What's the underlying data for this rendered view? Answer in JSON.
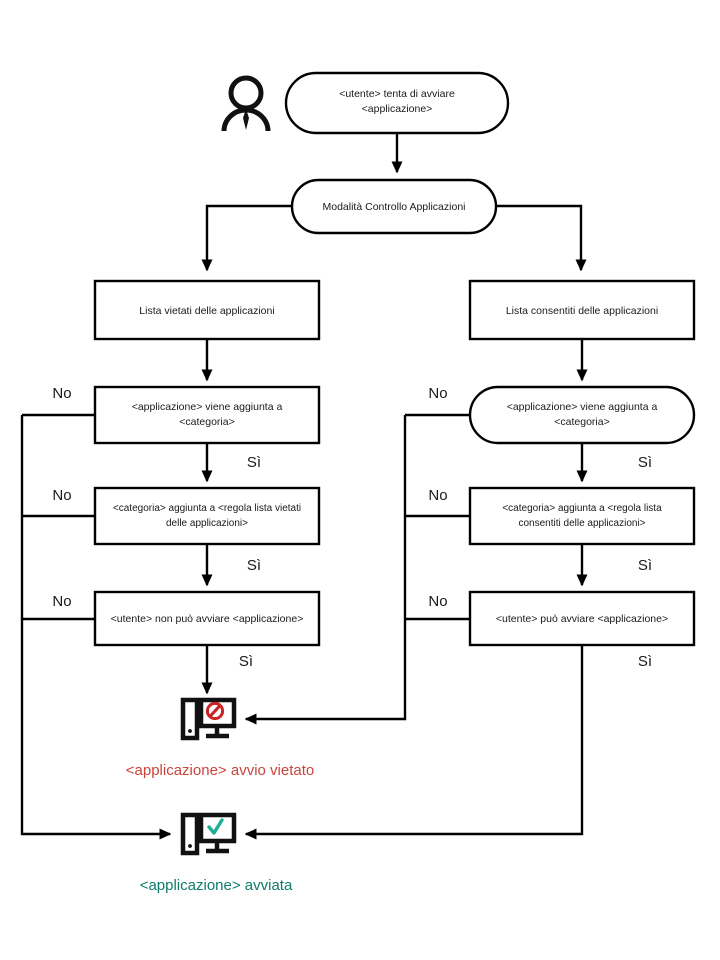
{
  "diagram": {
    "title": "Modalita Controllo Applicazioni flowchart",
    "colors": {
      "stroke": "#000000",
      "background": "#ffffff",
      "denied_text": "#c9443c",
      "allowed_text": "#0d7c6a",
      "deny_badge": "#cc2222",
      "allow_check": "#1fae93"
    },
    "nodes": {
      "user_icon": "user-icon",
      "start": {
        "line1": "<utente> tenta di avviare",
        "line2": "<applicazione>",
        "shape": "rounded"
      },
      "mode": {
        "line1": "Modalità Controllo Applicazioni",
        "shape": "rounded"
      },
      "denied_list": {
        "line1": "Lista vietati delle applicazioni",
        "shape": "rect"
      },
      "allowed_list": {
        "line1": "Lista consentiti delle applicazioni",
        "shape": "rect"
      },
      "denied_added_category": {
        "line1": "<applicazione> viene aggiunta a",
        "line2": "<categoria>",
        "shape": "rect"
      },
      "allowed_added_category": {
        "line1": "<applicazione> viene aggiunta a",
        "line2": "<categoria>",
        "shape": "rounded"
      },
      "denied_category_rule": {
        "line1": "<categoria> aggiunta a <regola lista vietati",
        "line2": "delle applicazioni>",
        "shape": "rect"
      },
      "allowed_category_rule": {
        "line1": "<categoria> aggiunta a <regola lista",
        "line2": "consentiti delle applicazioni>",
        "shape": "rect"
      },
      "denied_user_cannot": {
        "line1": "<utente> non può avviare <applicazione>",
        "shape": "rect"
      },
      "allowed_user_can": {
        "line1": "<utente> può avviare <applicazione>",
        "shape": "rect"
      }
    },
    "branch_labels": {
      "no": "No",
      "yes": "Sì"
    },
    "left_branch_no_labels": [
      "No",
      "No",
      "No"
    ],
    "left_branch_yes_labels": [
      "Sì",
      "Sì",
      "Sì"
    ],
    "right_branch_no_labels": [
      "No",
      "No",
      "No"
    ],
    "right_branch_yes_labels": [
      "Sì",
      "Sì",
      "Sì"
    ],
    "outcomes": {
      "blocked": {
        "icon": "computer-blocked-icon",
        "caption": "<applicazione> avvio vietato"
      },
      "started": {
        "icon": "computer-allowed-icon",
        "caption": "<applicazione> avviata"
      }
    }
  }
}
